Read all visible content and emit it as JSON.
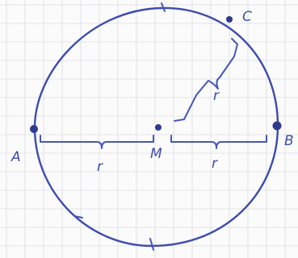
{
  "points": {
    "A": "A",
    "B": "B",
    "C": "C",
    "M": "M"
  },
  "radius_labels": {
    "left": "r",
    "right": "r",
    "diagonal": "r"
  },
  "colors": {
    "ink": "#3d4cae",
    "paper": "#fbfbfb",
    "grid": "#dcdde3"
  }
}
